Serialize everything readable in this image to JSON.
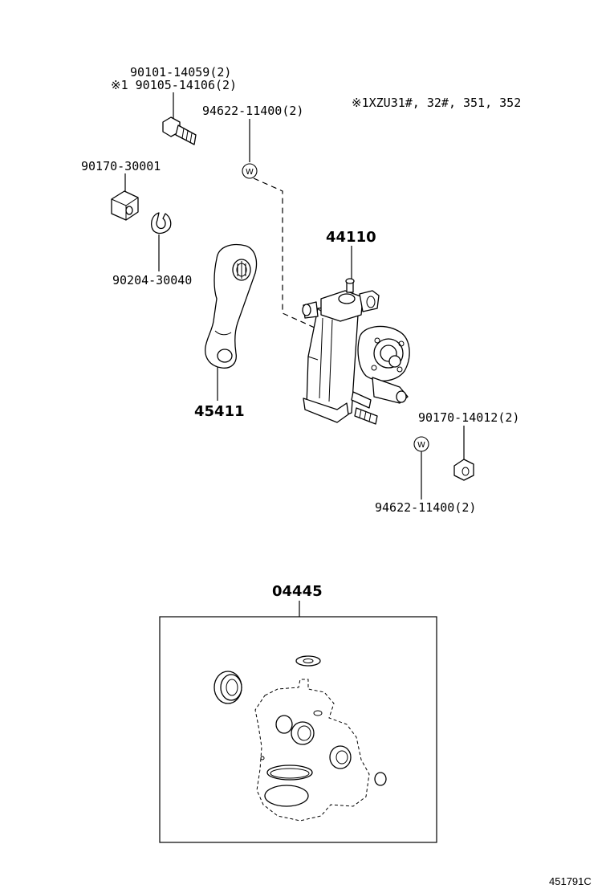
{
  "parts": {
    "bolt_primary": "90101-14059(2)",
    "bolt_alt": "※1 90105-14106(2)",
    "note": "※1XZU31#, 32#, 351, 352",
    "grease_top": "94622-11400(2)",
    "nut_top": "90170-30001",
    "washer": "90204-30040",
    "gear_assy": "44110",
    "pitman_arm": "45411",
    "nut_bottom": "90170-14012(2)",
    "grease_bottom": "94622-11400(2)",
    "gasket_kit": "04445"
  },
  "markers": {
    "w_symbol": "W"
  },
  "footer": {
    "figure_id": "451791C"
  }
}
